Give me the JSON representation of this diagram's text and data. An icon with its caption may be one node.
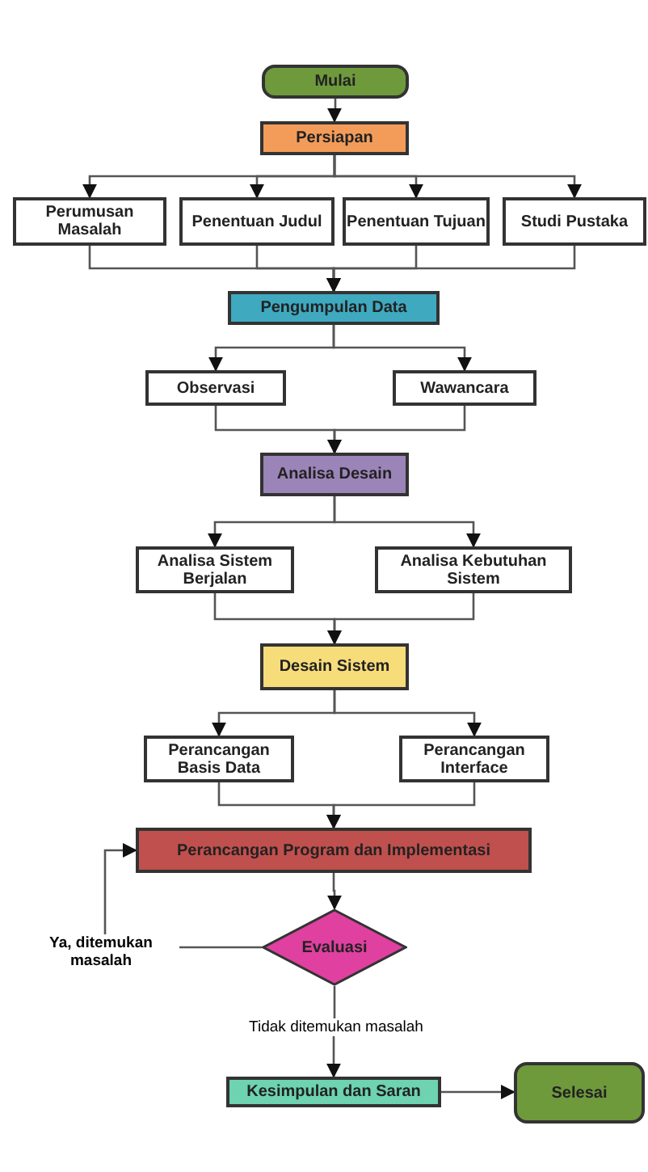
{
  "diagram": {
    "nodes": [
      {
        "text": [
          "Mulai"
        ]
      },
      {
        "text": [
          "Persiapan"
        ]
      },
      {
        "text": [
          "Perumusan Masalah"
        ]
      },
      {
        "text": [
          "Penentuan Judul"
        ]
      },
      {
        "text": [
          "Penentuan Tujuan"
        ]
      },
      {
        "text": [
          "Studi Pustaka"
        ]
      },
      {
        "text": [
          "Pengumpulan Data"
        ]
      },
      {
        "text": [
          "Observasi"
        ]
      },
      {
        "text": [
          "Wawancara"
        ]
      },
      {
        "text": [
          "Analisa Desain"
        ]
      },
      {
        "text": [
          "Analisa Sistem Berjalan"
        ]
      },
      {
        "text": [
          "Analisa Kebutuhan Sistem"
        ]
      },
      {
        "text": [
          "Desain Sistem"
        ]
      },
      {
        "text": [
          "Perancangan Basis Data"
        ]
      },
      {
        "text": [
          "Perancangan Interface"
        ]
      },
      {
        "text": [
          "Perancangan Program dan Implementasi"
        ]
      },
      {
        "text": [
          "Evaluasi"
        ]
      },
      {
        "text": [
          "Kesimpulan dan Saran"
        ]
      },
      {
        "text": [
          "Selesai"
        ]
      }
    ],
    "edges": [
      {
        "from": 0,
        "to": 1,
        "arrow": "to"
      },
      {
        "from": 1,
        "to": 2,
        "arrow": "to"
      },
      {
        "from": 1,
        "to": 3,
        "arrow": "to"
      },
      {
        "from": 1,
        "to": 4,
        "arrow": "to"
      },
      {
        "from": 1,
        "to": 5,
        "arrow": "to"
      },
      {
        "from": 2,
        "to": 6,
        "arrow": "to"
      },
      {
        "from": 3,
        "to": 6,
        "arrow": "to"
      },
      {
        "from": 4,
        "to": 6,
        "arrow": "to"
      },
      {
        "from": 5,
        "to": 6,
        "arrow": "to"
      },
      {
        "from": 6,
        "to": 7,
        "arrow": "to"
      },
      {
        "from": 6,
        "to": 8,
        "arrow": "to"
      },
      {
        "from": 7,
        "to": 9,
        "arrow": "to"
      },
      {
        "from": 8,
        "to": 9,
        "arrow": "to"
      },
      {
        "from": 9,
        "to": 10,
        "arrow": "to"
      },
      {
        "from": 9,
        "to": 11,
        "arrow": "to"
      },
      {
        "from": 10,
        "to": 12,
        "arrow": "to"
      },
      {
        "from": 11,
        "to": 12,
        "arrow": "to"
      },
      {
        "from": 12,
        "to": 13,
        "arrow": "to"
      },
      {
        "from": 12,
        "to": 14,
        "arrow": "to"
      },
      {
        "from": 13,
        "to": 15,
        "arrow": "to"
      },
      {
        "from": 14,
        "to": 15,
        "arrow": "to"
      },
      {
        "from": 15,
        "to": 16,
        "arrow": "to"
      },
      {
        "from": 16,
        "to": 15,
        "arrow": "to",
        "label": "Ya, ditemukan masalah"
      },
      {
        "from": 16,
        "to": 17,
        "arrow": "to",
        "label": "Tidak ditemukan masalah"
      },
      {
        "from": 17,
        "to": 18,
        "arrow": "to"
      }
    ]
  }
}
